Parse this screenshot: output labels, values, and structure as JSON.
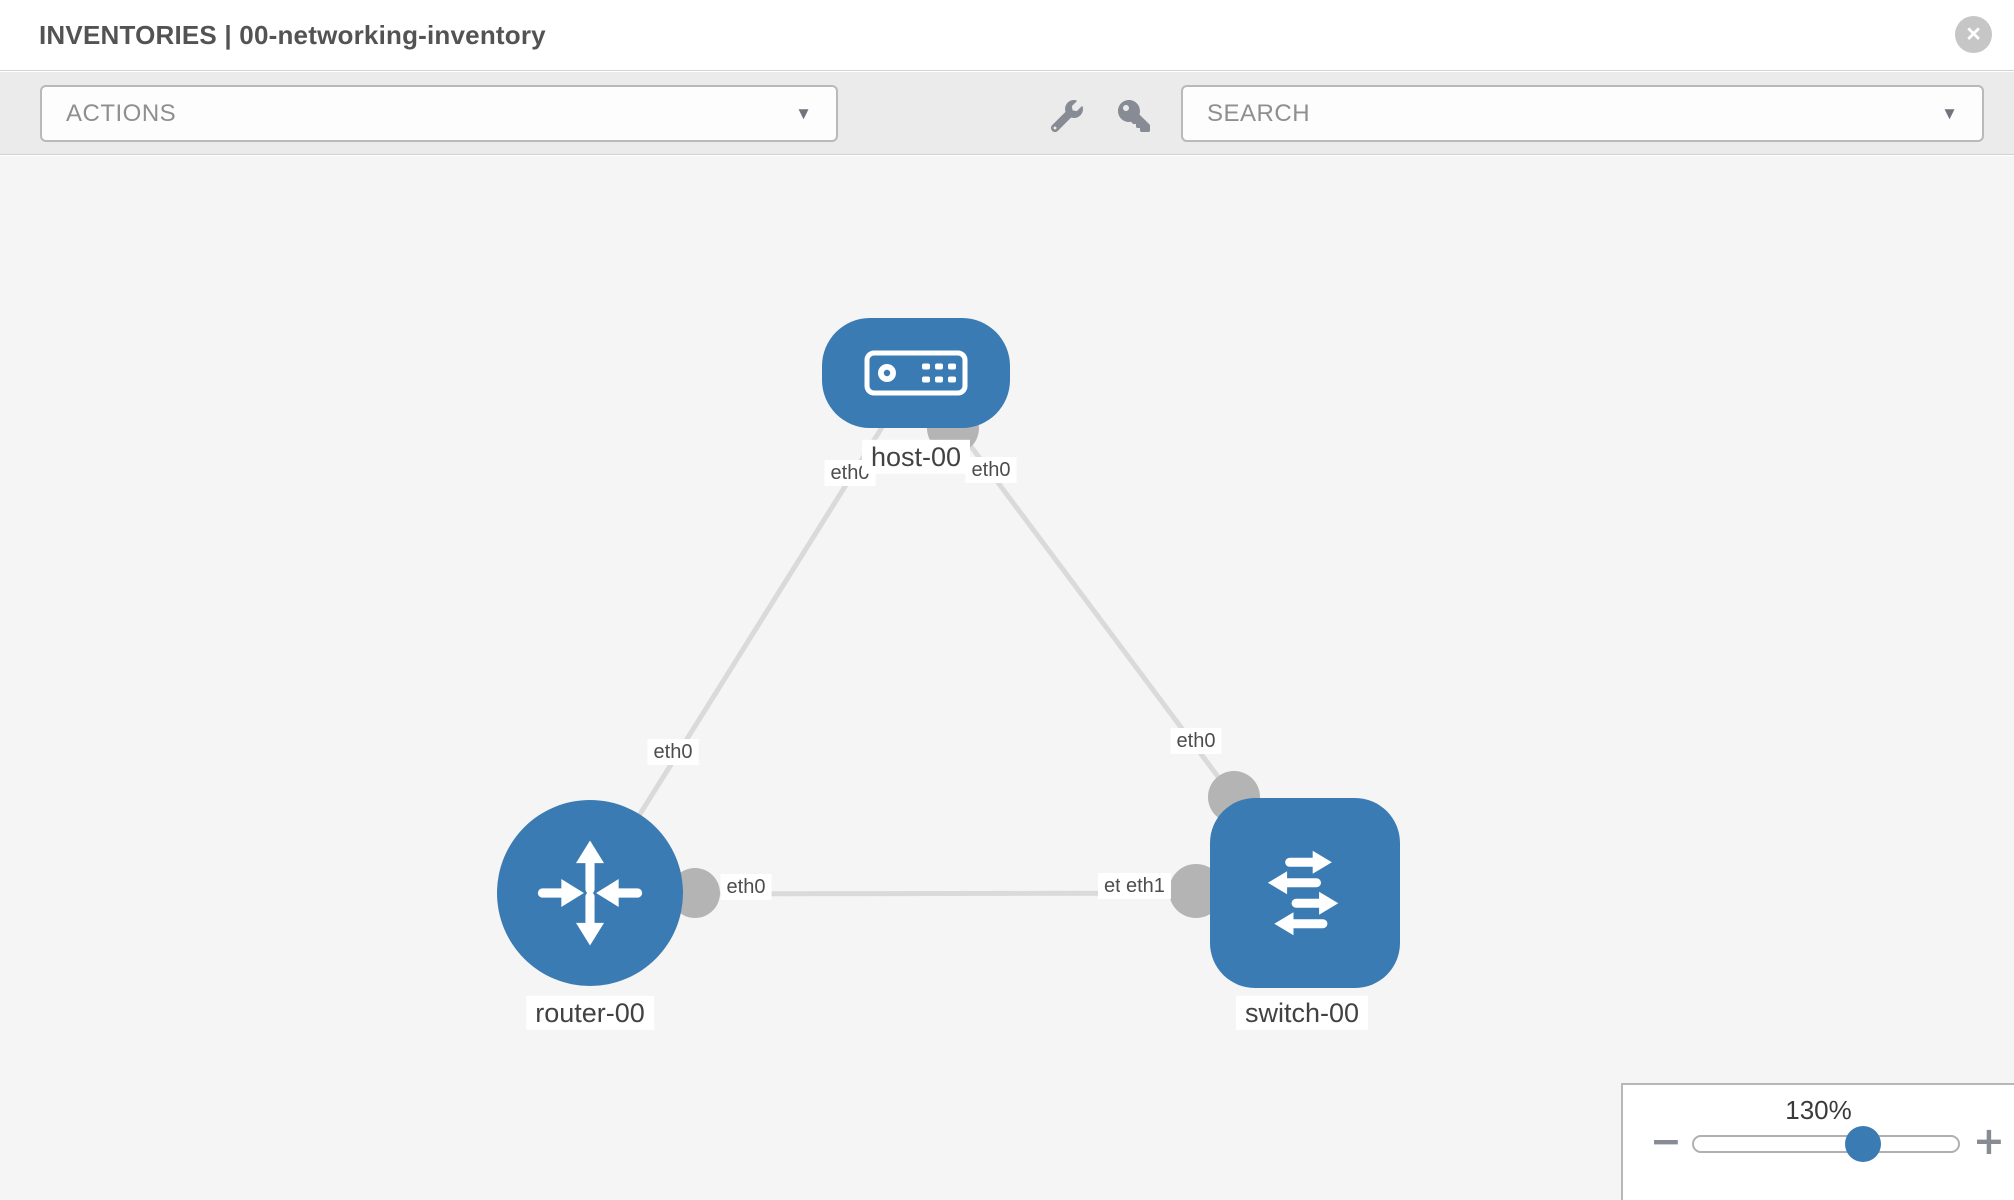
{
  "window": {
    "close_glyph": "×"
  },
  "header": {
    "title": "INVENTORIES | 00-networking-inventory"
  },
  "toolbar": {
    "actions_label": "ACTIONS",
    "search_label": "SEARCH",
    "caret_glyph": "▼",
    "icons": [
      "wrench-icon",
      "key-icon"
    ]
  },
  "canvas": {
    "nodes": [
      {
        "id": "host-00",
        "type": "host",
        "label": "host-00"
      },
      {
        "id": "router-00",
        "type": "router",
        "label": "router-00"
      },
      {
        "id": "switch-00",
        "type": "switch",
        "label": "switch-00"
      }
    ],
    "links": [
      {
        "from": "host-00",
        "from_if": "eth0",
        "to": "router-00",
        "to_if": "eth0"
      },
      {
        "from": "host-00",
        "from_if": "eth0",
        "to": "switch-00",
        "to_if": "eth0"
      },
      {
        "from": "router-00",
        "from_if": "eth0",
        "to": "switch-00",
        "to_if": "eth1",
        "occluded_if": "etl"
      }
    ]
  },
  "zoom_control": {
    "level": "130%",
    "minus_glyph": "−",
    "plus_glyph": "+",
    "slider_position_percent": 64
  },
  "colors": {
    "node_blue": "#3a7bb4",
    "link_gray": "#dadada",
    "connector_gray": "#b4b4b4",
    "canvas_bg": "#f5f5f5",
    "toolbar_bg": "#ebebeb",
    "icon_gray": "#868b94"
  }
}
